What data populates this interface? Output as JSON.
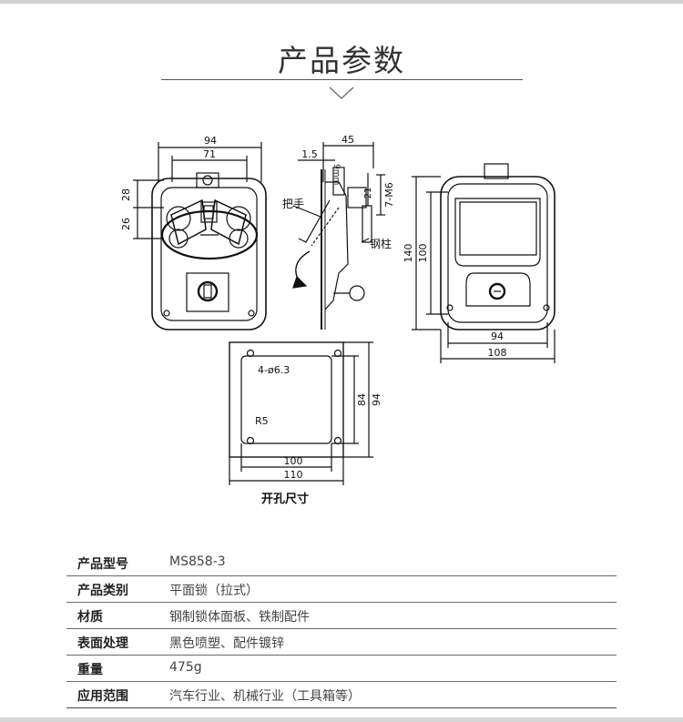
{
  "header": {
    "title": "产品参数"
  },
  "drawing": {
    "front": {
      "width_outer": "94",
      "width_inner": "71",
      "height_upper": "28",
      "height_lower": "26"
    },
    "side": {
      "depth": "45",
      "thickness": "1.5",
      "dim_9mm": "9mm",
      "dim_21": "21",
      "thread": "7-M6",
      "label_handle": "把手",
      "label_bolt": "钢柱"
    },
    "back": {
      "height_outer": "140",
      "height_inner": "100",
      "width_inner": "94",
      "width_outer": "108"
    },
    "cutout": {
      "holes": "4-ø6.3",
      "radius": "R5",
      "height_inner": "84",
      "height_outer": "94",
      "width_inner": "100",
      "width_outer": "110",
      "caption": "开孔尺寸"
    }
  },
  "specs": [
    {
      "label": "产品型号",
      "value": "MS858-3"
    },
    {
      "label": "产品类别",
      "value": "平面锁（拉式）"
    },
    {
      "label": "材质",
      "value": "钢制锁体面板、铁制配件"
    },
    {
      "label": "表面处理",
      "value": "黑色喷塑、配件镀锌"
    },
    {
      "label": "重量",
      "value": "475g"
    },
    {
      "label": "应用范围",
      "value": "汽车行业、机械行业（工具箱等）"
    }
  ]
}
